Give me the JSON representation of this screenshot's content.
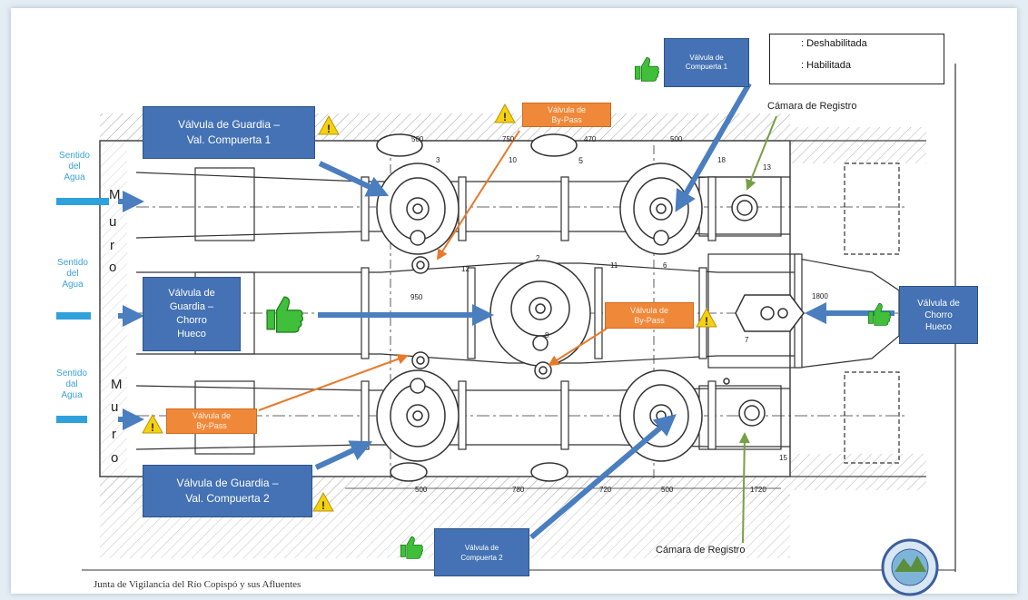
{
  "legend": {
    "disabled_label": ": Deshabilitada",
    "enabled_label": ": Habilitada"
  },
  "labels": {
    "guard_valve_1": "Válvula de Guardia –\nVal. Compuerta 1",
    "guard_valve_2": "Válvula de Guardia –\nVal. Compuerta 2",
    "guard_valve_jet": "Válvula de\nGuardia –\nChorro\nHueco",
    "hollow_jet_valve": "Válvula de\nChorro\nHueco",
    "gate_valve_1": "Válvula de\nCompuerta 1",
    "gate_valve_2": "Válvula de\nCompuerta 2",
    "bypass_top": "Válvula de\nBy-Pass",
    "bypass_mid": "Válvula de\nBy-Pass",
    "bypass_bottom": "Válvula de\nBy-Pass",
    "register_chamber_top": "Cámara de Registro",
    "register_chamber_bottom": "Cámara de Registro",
    "water_direction": "Sentido\ndel\nAgua",
    "water_direction_bottom": "Sentido\ndal\nAgua",
    "wall_letters": [
      "M",
      "u",
      "r",
      "o"
    ],
    "wall_letters_bottom": [
      "M",
      "u",
      "r",
      "o"
    ]
  },
  "dimensions": [
    "500",
    "750",
    "470",
    "500",
    "950",
    "1800",
    "500",
    "780",
    "720",
    "500",
    "1720",
    "10",
    "5",
    "3",
    "12",
    "11",
    "6",
    "2",
    "18",
    "13",
    "15",
    "8",
    "7"
  ],
  "footer": "Junta de Vigilancia del Río Copispó y sus Afluentes",
  "colors": {
    "label_box": "#4472b4",
    "bypass_box": "#f0883a",
    "arrow_blue": "#4a7ebf",
    "arrow_orange": "#e8792a",
    "arrow_green": "#77a043",
    "warning": "#f5d10f",
    "thumbs_up": "#3fbf3a"
  }
}
